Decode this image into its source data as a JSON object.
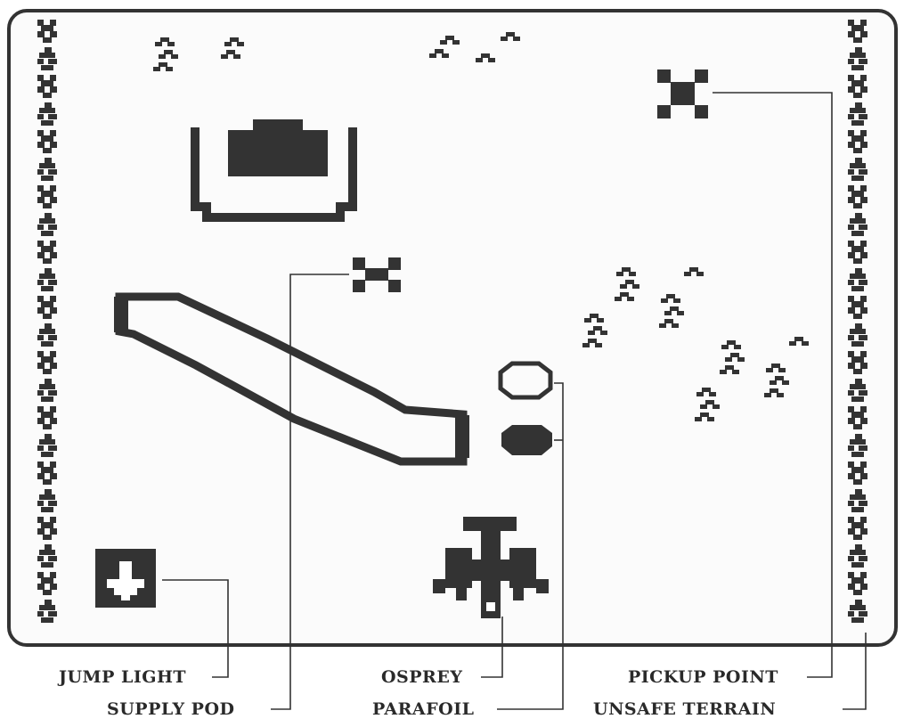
{
  "labels": {
    "jump_light": "JUMP LIGHT",
    "supply_pod": "SUPPLY POD",
    "osprey": "OSPREY",
    "parafoil": "PARAFOIL",
    "pickup_point": "PICKUP POINT",
    "unsafe_terrain": "UNSAFE TERRAIN"
  },
  "colors": {
    "ink": "#333333",
    "screen_bg": "#fbfbfb",
    "jump_light_arrow": "#ffffff"
  },
  "icons": {
    "jump_light": "down-arrow-icon",
    "supply_pod": "x-marker-icon",
    "pickup_point": "x-marker-icon",
    "parafoil": "open-canopy-icon",
    "osprey": "aircraft-icon",
    "unsafe_terrain": "rocky-tile-icon",
    "hills": "hill-bump-icon",
    "building": "bunker-icon",
    "runway": "airstrip-outline-icon"
  }
}
